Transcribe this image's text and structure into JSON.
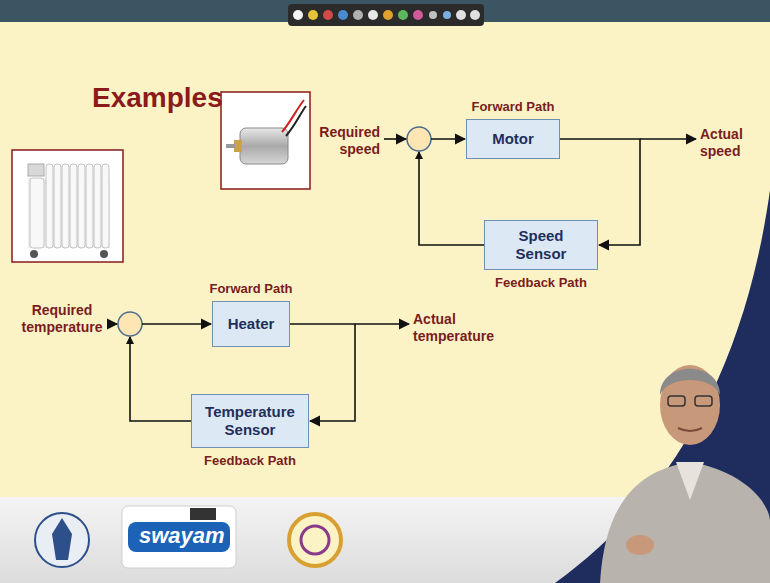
{
  "diagram": {
    "title": "Examples",
    "nodes": [
      {
        "text": [
          "Forward Path",
          "Motor"
        ]
      },
      {
        "text": [
          "Speed Sensor",
          "Feedback Path"
        ]
      },
      {
        "text": [
          "Forward Path",
          "Heater"
        ]
      },
      {
        "text": [
          "Temperature Sensor",
          "Feedback Path"
        ]
      }
    ],
    "edges": [
      {
        "from": 0,
        "to": 1,
        "arrow": "to"
      },
      {
        "from": 1,
        "to": 0,
        "arrow": "to"
      },
      {
        "from": 2,
        "to": 3,
        "arrow": "to"
      },
      {
        "from": 3,
        "to": 2,
        "arrow": "to"
      }
    ],
    "labels": [
      "Required speed",
      "Actual speed",
      "Required temperature",
      "Actual temperature",
      "swayam"
    ]
  }
}
